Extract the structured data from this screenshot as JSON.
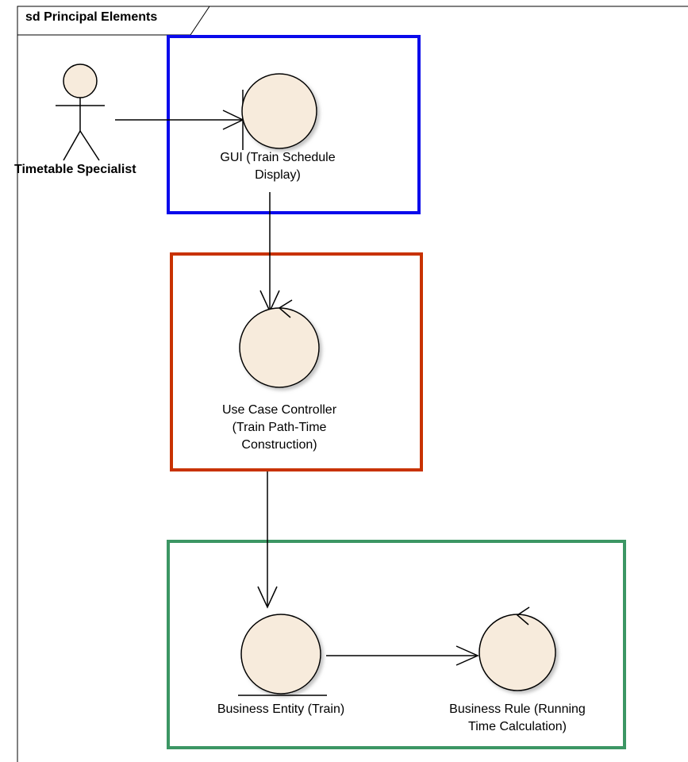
{
  "frame": {
    "title": "sd Principal Elements"
  },
  "actor": {
    "label": "Timetable Specialist"
  },
  "elements": {
    "gui": {
      "label_line1": "GUI (Train Schedule",
      "label_line2": "Display)",
      "kind": "boundary-icon"
    },
    "controller": {
      "label_line1": "Use Case Controller",
      "label_line2": "(Train Path-Time",
      "label_line3": "Construction)",
      "kind": "control-icon"
    },
    "entity": {
      "label": "Business Entity (Train)",
      "kind": "entity-icon"
    },
    "rule": {
      "label_line1": "Business Rule (Running",
      "label_line2": "Time Calculation)",
      "kind": "control-icon"
    }
  },
  "groups": {
    "boundary_box_color": "#0a0aeb",
    "control_box_color": "#c83200",
    "entity_box_color": "#3c9664"
  },
  "colors": {
    "element_fill": "#f7ebdc",
    "line": "#000000"
  }
}
